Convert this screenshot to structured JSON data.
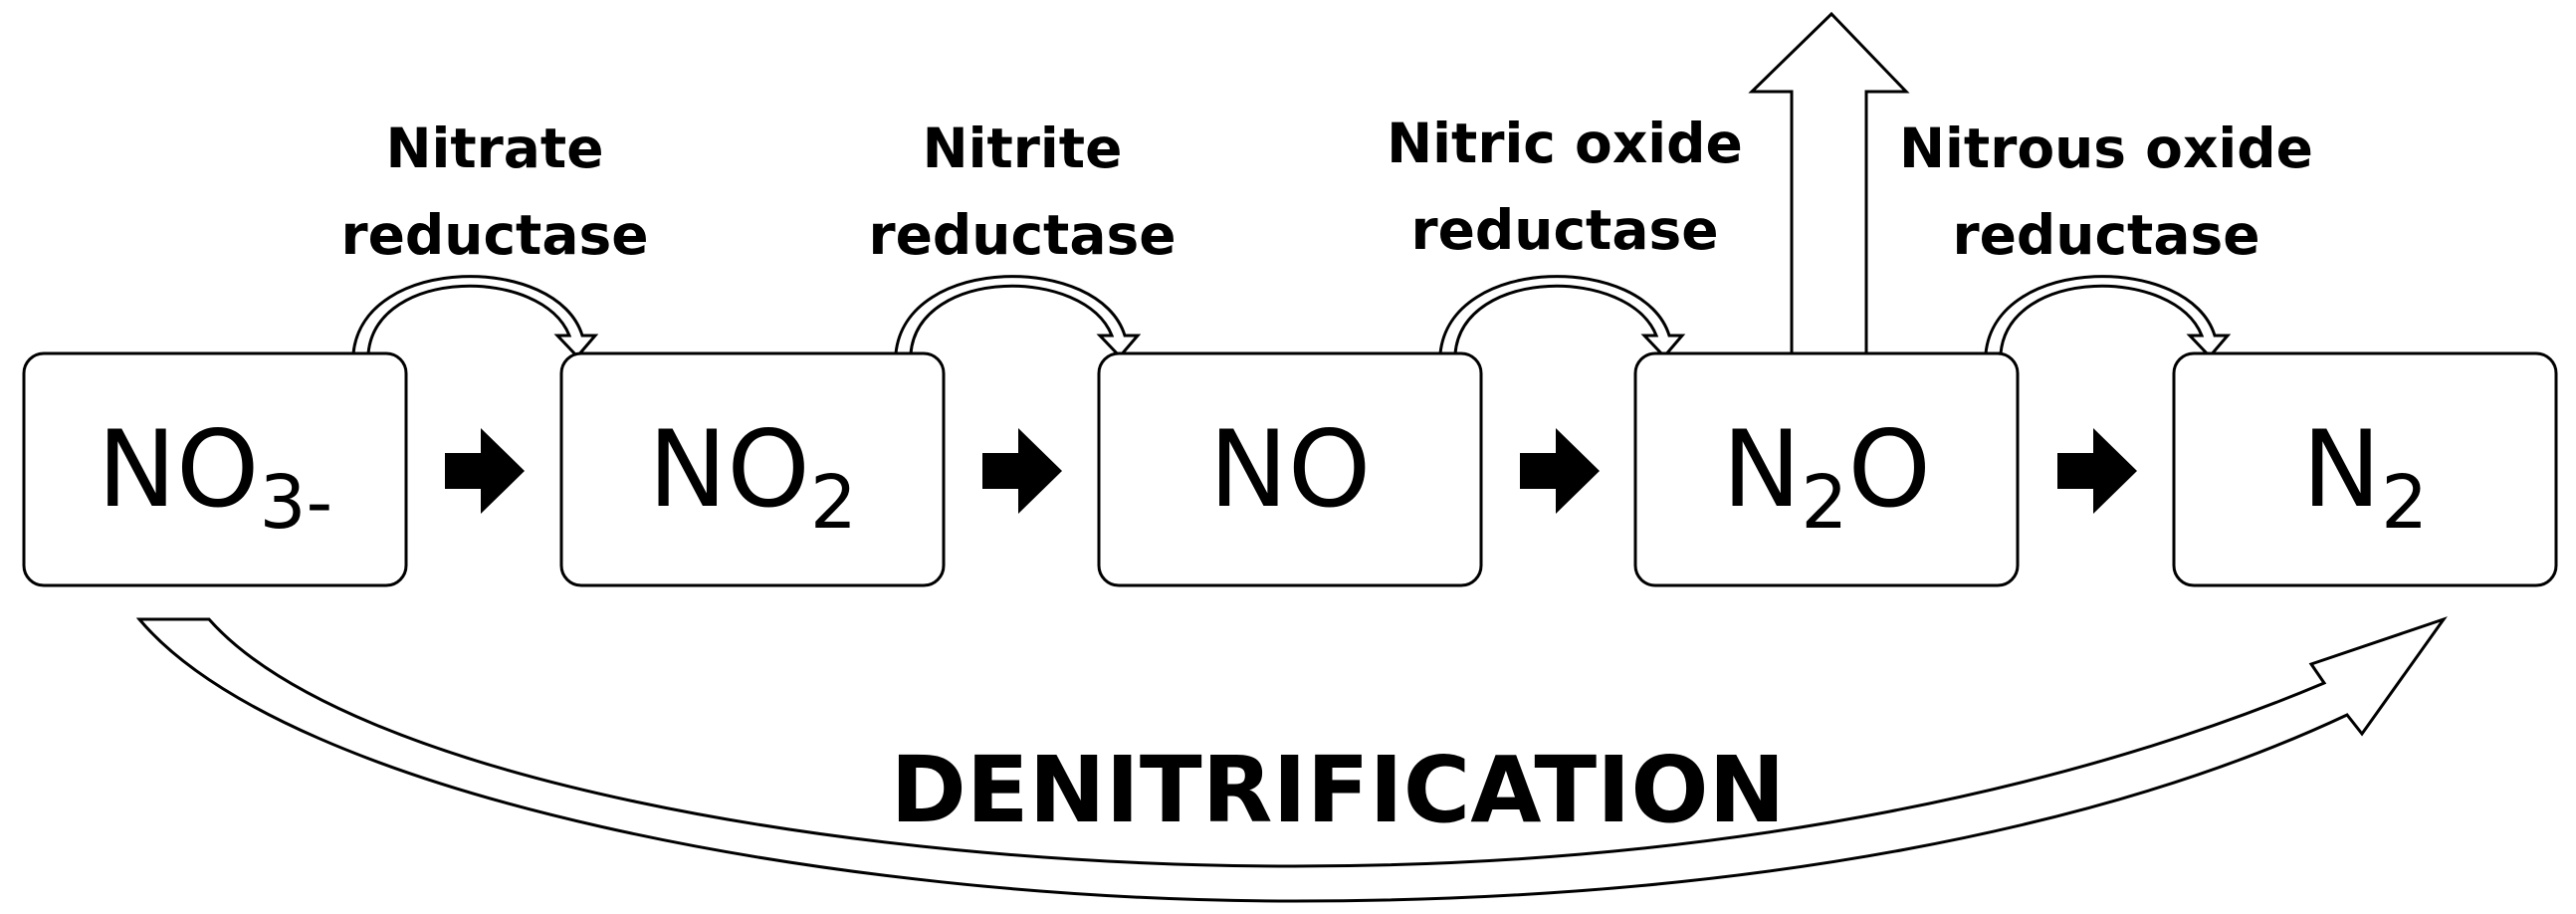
{
  "title": "DENITRIFICATION",
  "species": [
    {
      "id": "nitrate",
      "base": "NO",
      "sub": "3-"
    },
    {
      "id": "nitrite",
      "base": "NO",
      "sub": "2"
    },
    {
      "id": "nitric-oxide",
      "base": "NO",
      "sub": ""
    },
    {
      "id": "nitrous-oxide",
      "base": "N",
      "sub": "2",
      "suffix": "O"
    },
    {
      "id": "nitrogen",
      "base": "N",
      "sub": "2"
    }
  ],
  "enzymes": [
    {
      "id": "nitrate-reductase",
      "line1": "Nitrate",
      "line2": "reductase"
    },
    {
      "id": "nitrite-reductase",
      "line1": "Nitrite",
      "line2": "reductase"
    },
    {
      "id": "nitric-oxide-reductase",
      "line1": "Nitric oxide",
      "line2": "reductase"
    },
    {
      "id": "nitrous-oxide-reductase",
      "line1": "Nitrous oxide",
      "line2": "reductase"
    }
  ],
  "colors": {
    "stroke": "#000000",
    "fill": "#ffffff",
    "background": "#ffffff"
  }
}
